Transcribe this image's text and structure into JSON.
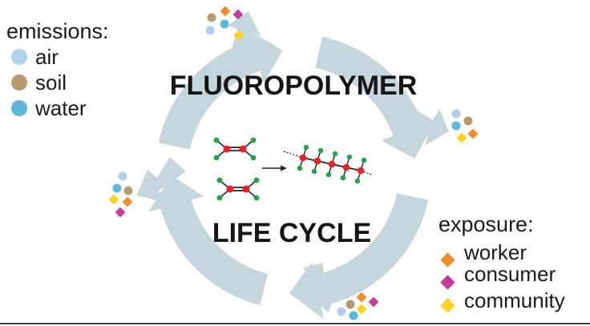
{
  "diagram": {
    "title_top": "FLUOROPOLYMER",
    "title_bottom": "LIFE CYCLE",
    "colors": {
      "cycle_arrow": "#c5d6dc",
      "carbon_atom": "#e8202a",
      "fluorine_atom": "#22a24a",
      "bond": "#222222",
      "divider": "#444444"
    }
  },
  "emissions": {
    "heading": "emissions:",
    "items": [
      {
        "label": "air",
        "color": "#b2d0ea",
        "shape": "circle"
      },
      {
        "label": "soil",
        "color": "#b49b73",
        "shape": "circle"
      },
      {
        "label": "water",
        "color": "#5db6dc",
        "shape": "circle"
      }
    ]
  },
  "exposure": {
    "heading": "exposure:",
    "items": [
      {
        "label": "worker",
        "color": "#f28c28",
        "shape": "diamond"
      },
      {
        "label": "consumer",
        "color": "#c43d96",
        "shape": "diamond"
      },
      {
        "label": "community",
        "color": "#ffd21f",
        "shape": "diamond"
      }
    ]
  }
}
